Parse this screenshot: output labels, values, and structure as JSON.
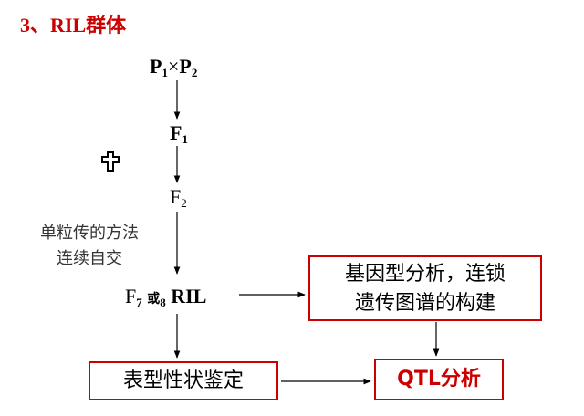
{
  "title": "3、RIL群体",
  "generations": {
    "parents": {
      "p1": "P",
      "p1_sub": "1",
      "cross": "×",
      "p2": "P",
      "p2_sub": "2"
    },
    "f1": {
      "label": "F",
      "sub": "1"
    },
    "f2": {
      "label": "F",
      "sub": "2"
    },
    "f78": {
      "label": "F",
      "sub_a": "7",
      "or": "或",
      "sub_b": "8",
      "ril": "RIL"
    }
  },
  "method": {
    "line1": "单粒传的方法",
    "line2": "连续自交"
  },
  "boxes": {
    "analysis": {
      "line1": "基因型分析，连锁",
      "line2": "遗传图谱的构建"
    },
    "phenotype": "表型性状鉴定",
    "qtl": "QTL分析"
  },
  "colors": {
    "accent": "#cc0000",
    "text": "#000000",
    "method_text": "#333333"
  },
  "icons": {
    "selfing": "selfing-cross-icon"
  }
}
